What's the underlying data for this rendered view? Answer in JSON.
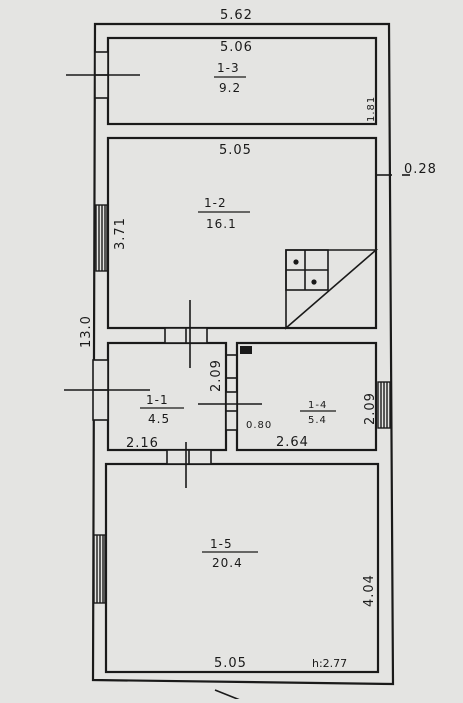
{
  "plan": {
    "overall_width": "5.62",
    "overall_length": "13.0",
    "height_note": "h:2.77",
    "ink_color": "#1a1a1a",
    "paper_color": "#e4e4e2"
  },
  "rooms": [
    {
      "id": "1-3",
      "area": "9.2"
    },
    {
      "id": "1-2",
      "area": "16.1"
    },
    {
      "id": "1-1",
      "area": "4.5"
    },
    {
      "id": "1-4",
      "area": "5.4"
    },
    {
      "id": "1-5",
      "area": "20.4"
    }
  ],
  "dims": {
    "r13_width": "5.06",
    "r13_depth": "1.81",
    "r12_width": "5.05",
    "r12_depth": "3.71",
    "wall_thickness": "0.28",
    "r11_height": "2.09",
    "r11_width": "2.16",
    "door_width": "0.80",
    "r14_width": "2.64",
    "r14_height": "2.09",
    "r15_depth": "4.04",
    "r15_width": "5.05"
  }
}
